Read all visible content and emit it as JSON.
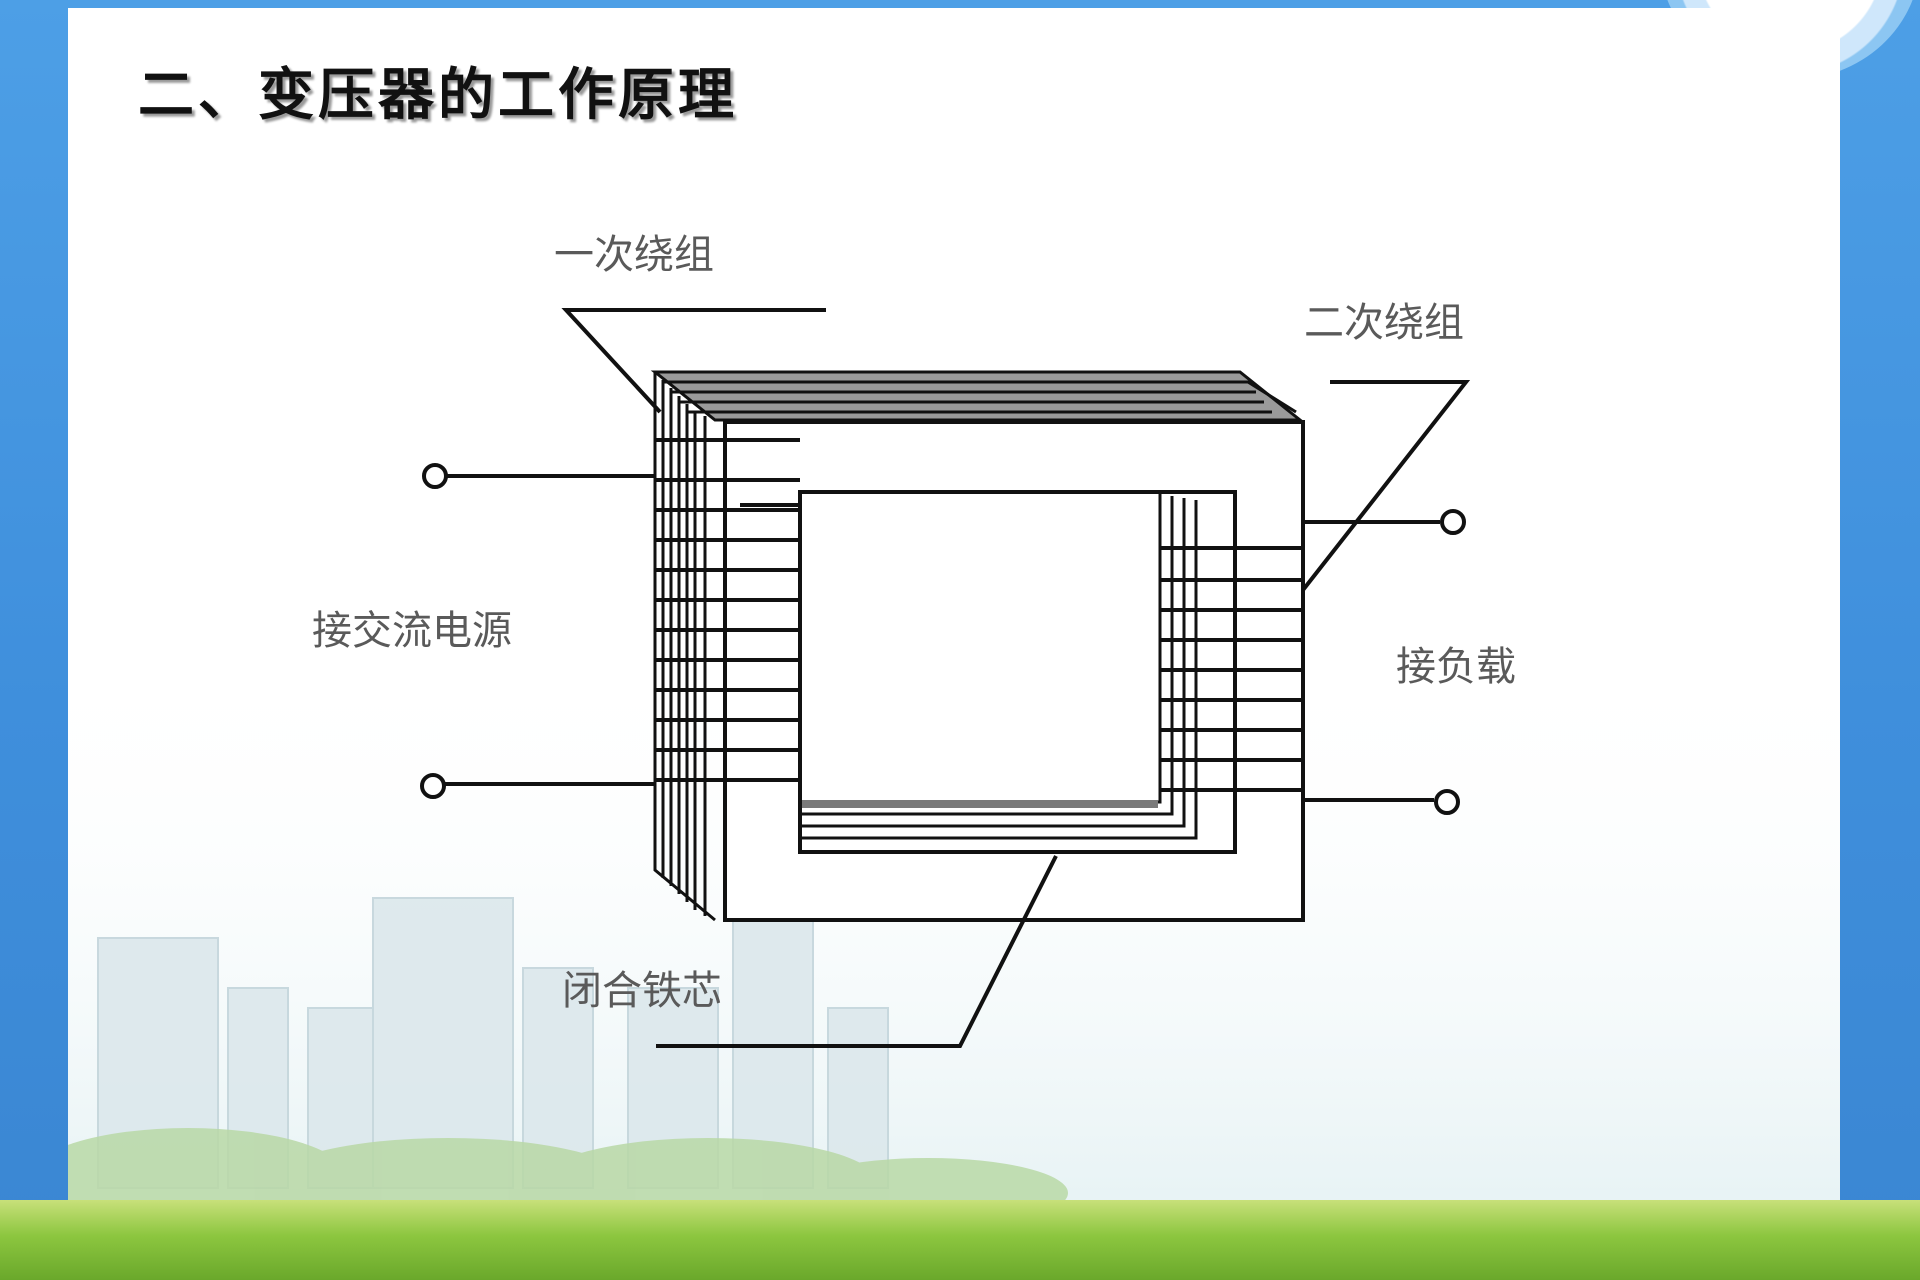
{
  "slide": {
    "title": "二、变压器的工作原理"
  },
  "diagram": {
    "labels": {
      "primary_winding": "一次绕组",
      "secondary_winding": "二次绕组",
      "ac_source": "接交流电源",
      "load": "接负载",
      "closed_core": "闭合铁芯"
    }
  },
  "colors": {
    "frame_blue": "#3f8fdc",
    "panel": "#ffffff",
    "lines": "#111111",
    "label_text": "#5a5a5a",
    "core_shade": "#7a7a7a"
  }
}
